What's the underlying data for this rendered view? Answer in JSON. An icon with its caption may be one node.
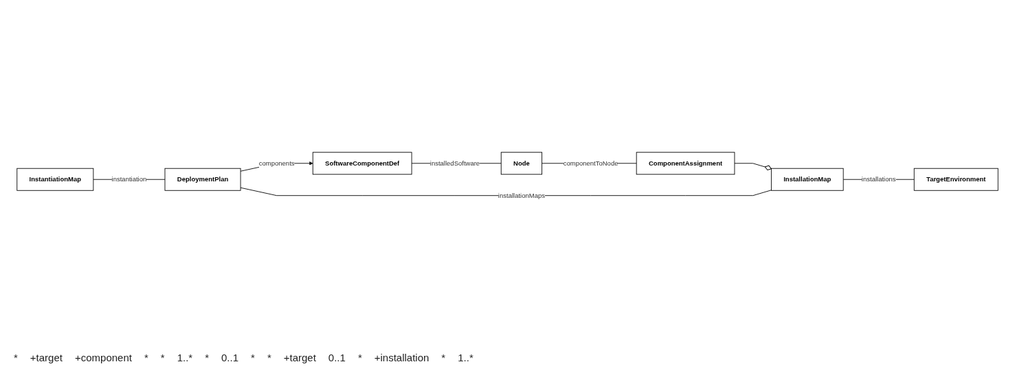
{
  "diagram": {
    "nodes": [
      {
        "text": [
          "SoftwareComponentDef"
        ]
      },
      {
        "text": [
          "Node"
        ]
      },
      {
        "text": [
          "ComponentAssignment"
        ]
      },
      {
        "text": [
          "InstantiationMap"
        ]
      },
      {
        "text": [
          "DeploymentPlan"
        ]
      },
      {
        "text": [
          "InstallationMap"
        ]
      },
      {
        "text": [
          "TargetEnvironment"
        ]
      }
    ],
    "edges": [
      {
        "from": 0,
        "to": 1,
        "arrow": "none",
        "label": "installedSoftware"
      },
      {
        "from": 1,
        "to": 2,
        "arrow": "none",
        "label": "componentToNode"
      },
      {
        "from": 4,
        "to": 0,
        "arrow": "to",
        "label": "components"
      },
      {
        "from": 2,
        "to": 5,
        "arrow": "other"
      },
      {
        "from": 3,
        "to": 4,
        "arrow": "none",
        "label": "instantiation"
      },
      {
        "from": 4,
        "to": 5,
        "arrow": "none",
        "label": "installationMaps"
      },
      {
        "from": 5,
        "to": 6,
        "arrow": "none",
        "label": "installations"
      }
    ],
    "labels": [
      "*",
      "+target",
      "+component",
      "*",
      "*",
      "1..*",
      "*",
      "0..1",
      "*",
      "*",
      "+target",
      "0..1",
      "*",
      "+installation",
      "*",
      "1..*"
    ]
  }
}
